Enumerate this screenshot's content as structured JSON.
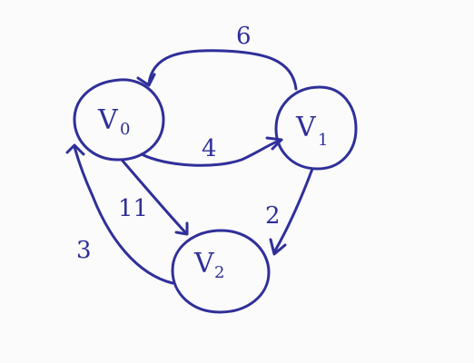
{
  "graph": {
    "ink_color": "#2f2f9a",
    "nodes": [
      {
        "id": "v0",
        "label": "V",
        "subscript": "0"
      },
      {
        "id": "v1",
        "label": "V",
        "subscript": "1"
      },
      {
        "id": "v2",
        "label": "V",
        "subscript": "2"
      }
    ],
    "edges": [
      {
        "from": "v1",
        "to": "v0",
        "weight": "6"
      },
      {
        "from": "v0",
        "to": "v1",
        "weight": "4"
      },
      {
        "from": "v1",
        "to": "v2",
        "weight": "2"
      },
      {
        "from": "v0",
        "to": "v2",
        "weight": "11"
      },
      {
        "from": "v2",
        "to": "v0",
        "weight": "3"
      }
    ]
  }
}
